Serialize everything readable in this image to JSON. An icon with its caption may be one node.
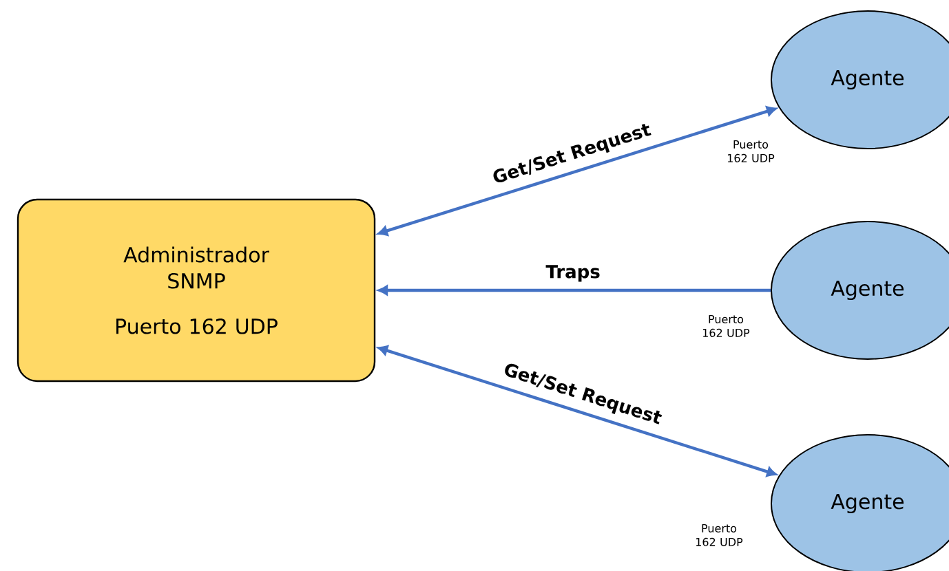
{
  "diagram": {
    "nodes": [
      {
        "text": [
          "Administrador SNMP",
          "Puerto 162 UDP"
        ]
      },
      {
        "text": [
          "Agente"
        ],
        "beside": [
          "Puerto 162 UDP"
        ]
      },
      {
        "text": [
          "Agente"
        ],
        "beside": [
          "Puerto 162 UDP"
        ]
      },
      {
        "text": [
          "Agente"
        ],
        "beside": [
          "Puerto 162 UDP"
        ]
      }
    ],
    "edges": [
      {
        "from": 0,
        "to": 1,
        "arrow": "both",
        "label": "Get/Set Request"
      },
      {
        "from": 2,
        "to": 0,
        "arrow": "to",
        "label": "Traps"
      },
      {
        "from": 0,
        "to": 3,
        "arrow": "both",
        "label": "Get/Set Request"
      }
    ]
  }
}
